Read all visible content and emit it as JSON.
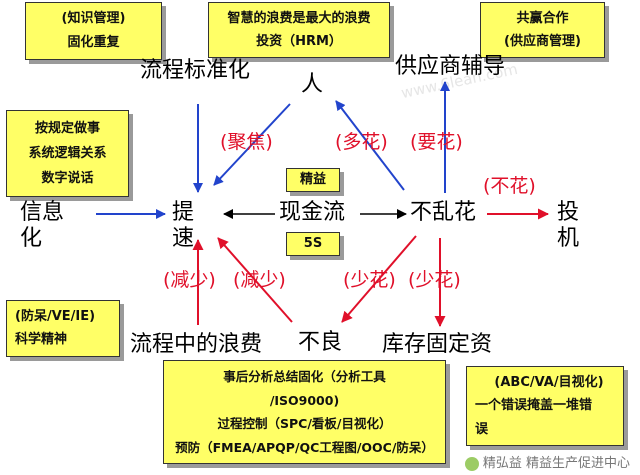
{
  "boxes": {
    "knowledge": [
      "(知识管理)",
      "固化重复"
    ],
    "wisdom": [
      "智慧的浪费是最大的浪费",
      "投资（HRM）"
    ],
    "winwin": [
      "共赢合作",
      "(供应商管理)"
    ],
    "rules": [
      "按规定做事",
      "系统逻辑关系",
      "数字说话"
    ],
    "lean": [
      "精益"
    ],
    "fives": [
      "5S"
    ],
    "foolproof": [
      "(防呆/VE/IE)",
      "科学精神"
    ],
    "analysis": [
      "事后分析总结固化（分析工具",
      "/ISO9000)",
      "过程控制（SPC/看板/目视化）",
      "预防（FMEA/APQP/QC工程图/OOC/防呆）"
    ],
    "abc": [
      "(ABC/VA/目视化)",
      "一个错误掩盖一堆错",
      "误"
    ]
  },
  "nodes": {
    "standardize": "流程标准化",
    "people": "人",
    "supplier": "供应商辅导",
    "informatize": "信息化",
    "speedup": "提速",
    "cashflow": "现金流",
    "nospend": "不乱花",
    "invest": "投机",
    "processwaste": "流程中的浪费",
    "defect": "不良",
    "inventory": "库存固定资"
  },
  "labels": {
    "focus": "(聚焦)",
    "morespend": "(多花)",
    "mustspend": "(要花)",
    "notspend": "(不花)",
    "reduce1": "(减少)",
    "reduce2": "(减少)",
    "lessspend1": "(少花)",
    "lessspend2": "(少花)"
  },
  "watermark": "www.6lean.com",
  "footer": "精弘益 精益生产促进中心",
  "colors": {
    "blue_arrow": "#2244cc",
    "red_arrow": "#e0102a",
    "box_fill": "#ffff66"
  }
}
